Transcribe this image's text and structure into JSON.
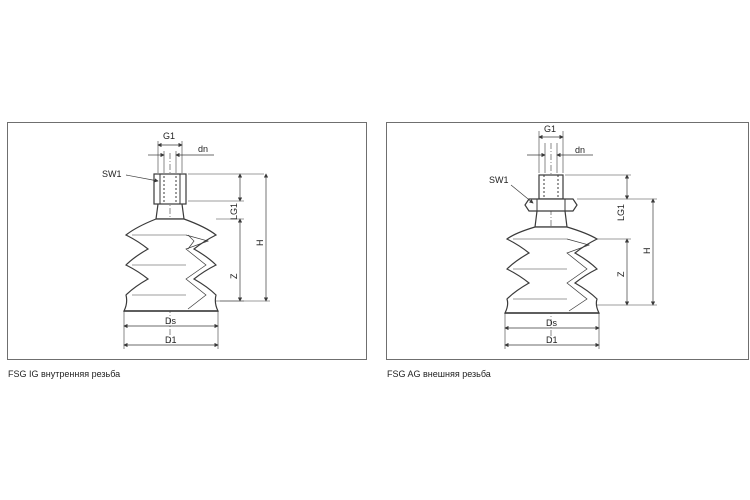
{
  "panels": [
    {
      "caption": "FSG IG внутренняя резьба",
      "labels": {
        "g1": "G1",
        "dn": "dn",
        "sw1": "SW1",
        "lg1": "LG1",
        "h": "H",
        "z": "Z",
        "ds": "Ds",
        "d1": "D1"
      }
    },
    {
      "caption": "FSG AG внешняя резьба",
      "labels": {
        "g1": "G1",
        "dn": "dn",
        "sw1": "SW1",
        "lg1": "LG1",
        "h": "H",
        "z": "Z",
        "ds": "Ds",
        "d1": "D1"
      }
    }
  ],
  "colors": {
    "line": "#3a3a3a",
    "frame": "#6f6f6f",
    "body": "#ffffff"
  }
}
